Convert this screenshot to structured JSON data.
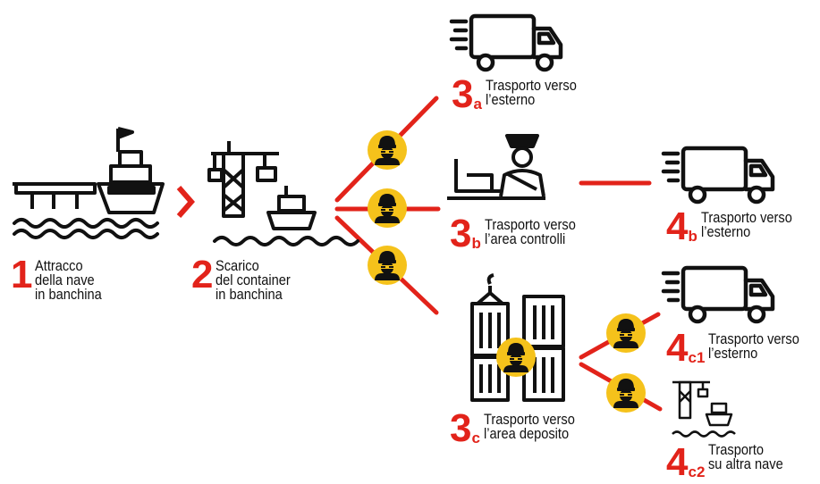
{
  "steps": {
    "s1": {
      "num": "1",
      "sub": "",
      "lines": [
        "Attracco",
        "della nave",
        "in banchina"
      ]
    },
    "s2": {
      "num": "2",
      "sub": "",
      "lines": [
        "Scarico",
        "del container",
        "in banchina"
      ]
    },
    "s3a": {
      "num": "3",
      "sub": "a",
      "lines": [
        "Trasporto verso",
        "l’esterno"
      ]
    },
    "s3b": {
      "num": "3",
      "sub": "b",
      "lines": [
        "Trasporto verso",
        "l’area controlli"
      ]
    },
    "s3c": {
      "num": "3",
      "sub": "c",
      "lines": [
        "Trasporto verso",
        "l’area deposito"
      ]
    },
    "s4b": {
      "num": "4",
      "sub": "b",
      "lines": [
        "Trasporto verso",
        "l’esterno"
      ]
    },
    "s4c1": {
      "num": "4",
      "sub": "c1",
      "lines": [
        "Trasporto verso",
        "l’esterno"
      ]
    },
    "s4c2": {
      "num": "4",
      "sub": "c2",
      "lines": [
        "Trasporto",
        "su altra nave"
      ]
    }
  },
  "colors": {
    "accent": "#e2231a",
    "badge": "#f5c21b",
    "ink": "#111111"
  },
  "icons": [
    "ship-dock-icon",
    "crane-ship-icon",
    "truck-icon",
    "customs-officer-icon",
    "container-stack-icon",
    "thief-icon"
  ]
}
